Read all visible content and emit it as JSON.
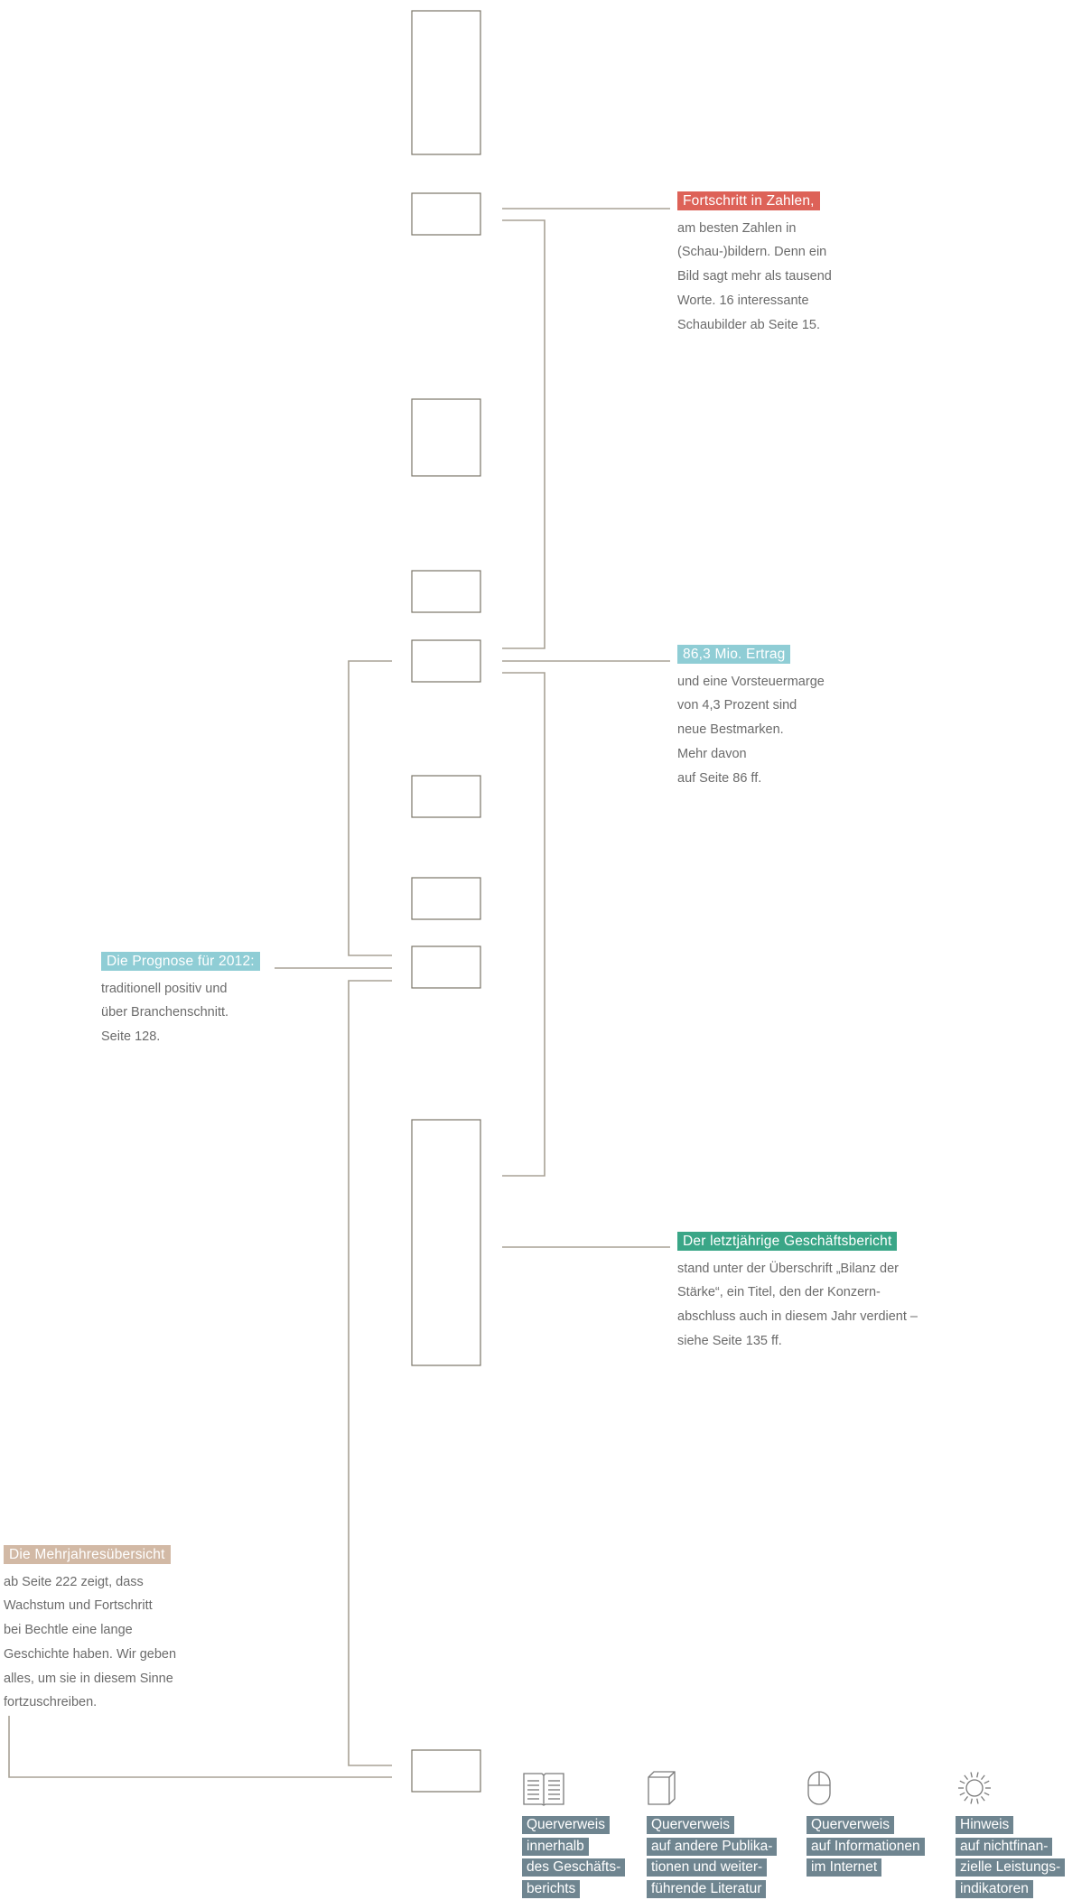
{
  "colors": {
    "red": "#dd6258",
    "light_blue": "#8fcdd5",
    "green": "#3aa687",
    "sand": "#d2b9a5",
    "slate": "#6f8590",
    "box_stroke": "#7a7468",
    "connector": "#a8a295"
  },
  "callouts": [
    {
      "id": "fortschritt",
      "tag": "Fortschritt in Zahlen,",
      "color": "red",
      "lines": [
        "am besten Zahlen in",
        "(Schau-)bildern. Denn ein",
        "Bild sagt mehr als tausend",
        "Worte. 16 interessante",
        "Schaubilder ab Seite 15."
      ]
    },
    {
      "id": "ertrag",
      "tag": "86,3 Mio. Ertrag",
      "color": "light_blue",
      "lines": [
        "und eine Vorsteuermarge",
        "von 4,3 Prozent sind",
        "neue Bestmarken.",
        "Mehr davon",
        "auf Seite 86 ff."
      ]
    },
    {
      "id": "prognose",
      "tag": "Die Prognose für 2012:",
      "color": "light_blue",
      "lines": [
        "traditionell positiv und",
        "über Branchenschnitt.",
        "Seite 128."
      ]
    },
    {
      "id": "geschaeftsbericht",
      "tag": "Der letztjährige Geschäftsbericht",
      "color": "green",
      "lines": [
        "stand unter der Überschrift „Bilanz der",
        "Stärke“, ein Titel, den der Konzern-",
        "abschluss auch in diesem Jahr verdient –",
        "siehe Seite 135 ff."
      ]
    },
    {
      "id": "mehrjahres",
      "tag": "Die Mehrjahresübersicht",
      "color": "sand",
      "lines": [
        "ab Seite 222 zeigt, dass",
        "Wachstum und Fortschritt",
        "bei Bechtle eine lange",
        "Geschichte haben. Wir geben",
        "alles, um sie in diesem Sinne",
        "fortzuschreiben."
      ]
    }
  ],
  "legend": [
    {
      "icon": "open-book-icon",
      "lines": [
        "Querverweis",
        "innerhalb",
        "des Geschäfts-",
        "berichts"
      ]
    },
    {
      "icon": "closed-book-icon",
      "lines": [
        "Querverweis",
        "auf andere Publika-",
        "tionen und weiter-",
        "führende Literatur"
      ]
    },
    {
      "icon": "computer-mouse-icon",
      "lines": [
        "Querverweis",
        "auf Informationen",
        "im Internet"
      ]
    },
    {
      "icon": "sun-icon",
      "lines": [
        "Hinweis",
        "auf nichtfinan-",
        "zielle Leistungs-",
        "indikatoren"
      ]
    }
  ]
}
